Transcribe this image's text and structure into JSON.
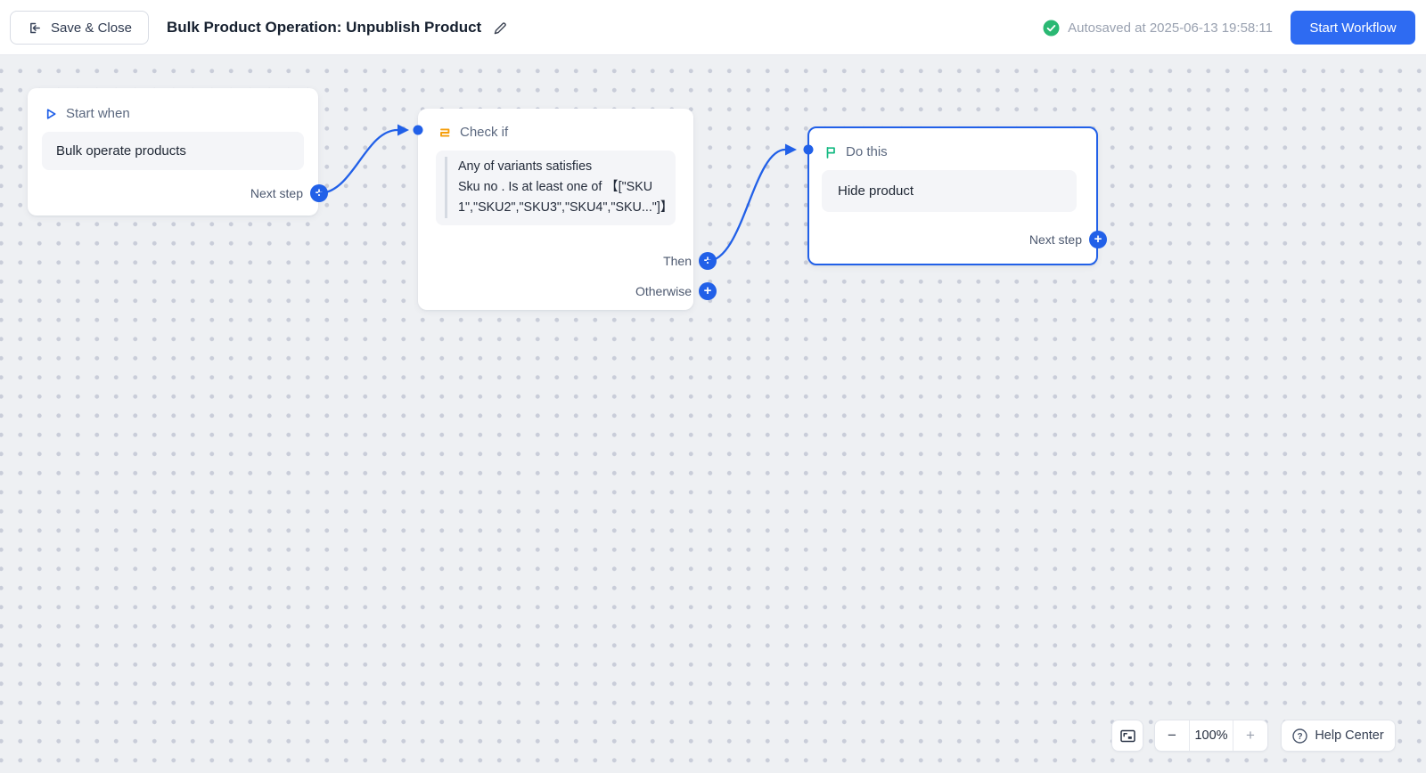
{
  "header": {
    "save_close_label": "Save & Close",
    "title": "Bulk Product Operation: Unpublish Product",
    "autosave_status": "Autosaved at 2025-06-13 19:58:11",
    "start_workflow_label": "Start Workflow"
  },
  "workflow": {
    "start_card": {
      "label": "Start when",
      "trigger": "Bulk operate products",
      "next_step_label": "Next step"
    },
    "check_card": {
      "label": "Check if",
      "condition_line1": "Any of variants satisfies",
      "condition_line2": "Sku no . Is at least one of 【[\"SKU 1\",\"SKU2\",\"SKU3\",\"SKU4\",\"SKU...\"]】",
      "then_label": "Then",
      "otherwise_label": "Otherwise"
    },
    "do_card": {
      "label": "Do this",
      "action": "Hide product",
      "next_step_label": "Next step"
    },
    "plus_glyph": "+"
  },
  "controls": {
    "zoom_out_glyph": "−",
    "zoom_level": "100%",
    "zoom_in_glyph": "+",
    "help_label": "Help Center",
    "help_glyph": "?"
  },
  "colors": {
    "accent_blue": "#2160e8",
    "button_blue": "#2e6bf2",
    "success_green": "#2ab873",
    "flag_green": "#12b981",
    "branch_orange": "#f59e0b"
  }
}
